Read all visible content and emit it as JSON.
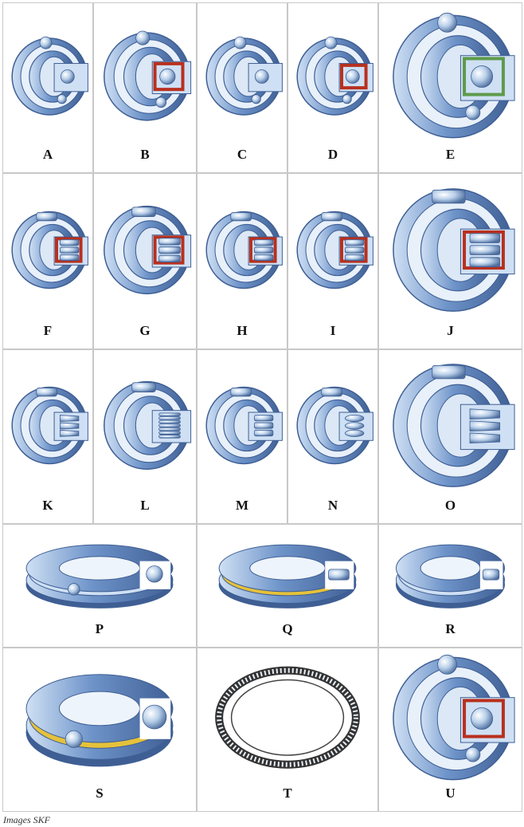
{
  "figure": {
    "credit": "Images SKF",
    "cells": [
      {
        "label": "A",
        "kind": "radial",
        "rolling": "ball"
      },
      {
        "label": "B",
        "kind": "radial",
        "rolling": "ball"
      },
      {
        "label": "C",
        "kind": "radial",
        "rolling": "ball"
      },
      {
        "label": "D",
        "kind": "radial",
        "rolling": "ball"
      },
      {
        "label": "E",
        "kind": "radial",
        "rolling": "ball"
      },
      {
        "label": "F",
        "kind": "radial",
        "rolling": "cylinder"
      },
      {
        "label": "G",
        "kind": "radial",
        "rolling": "cylinder"
      },
      {
        "label": "H",
        "kind": "radial",
        "rolling": "cylinder"
      },
      {
        "label": "I",
        "kind": "radial",
        "rolling": "cylinder"
      },
      {
        "label": "J",
        "kind": "radial",
        "rolling": "cylinder"
      },
      {
        "label": "K",
        "kind": "radial",
        "rolling": "taper"
      },
      {
        "label": "L",
        "kind": "radial",
        "rolling": "needle"
      },
      {
        "label": "M",
        "kind": "radial",
        "rolling": "cylinder"
      },
      {
        "label": "N",
        "kind": "radial",
        "rolling": "barrel"
      },
      {
        "label": "O",
        "kind": "radial",
        "rolling": "taper"
      },
      {
        "label": "P",
        "kind": "thrust",
        "rolling": "ball"
      },
      {
        "label": "Q",
        "kind": "thrust",
        "rolling": "cylinder"
      },
      {
        "label": "R",
        "kind": "thrust",
        "rolling": "taper"
      },
      {
        "label": "S",
        "kind": "thrust",
        "rolling": "ball"
      },
      {
        "label": "T",
        "kind": "needle-cage",
        "rolling": "needle"
      },
      {
        "label": "U",
        "kind": "radial",
        "rolling": "ball"
      }
    ]
  },
  "colors": {
    "steel": "#6d93c9",
    "steel_dark": "#3f5f94",
    "steel_light": "#cfe0f4",
    "cage_red": "#b8301e",
    "cage_yellow": "#e6c23a",
    "cage_green": "#5e9a4a",
    "border": "#c8c8c8"
  }
}
